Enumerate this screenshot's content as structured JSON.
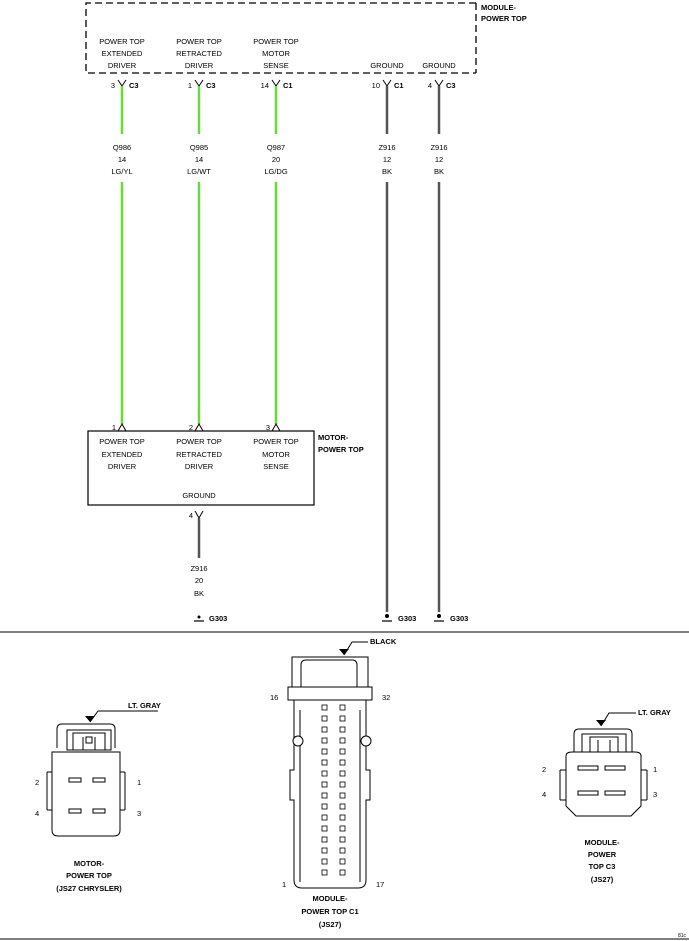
{
  "module": {
    "title_lines": [
      "MODULE-",
      "POWER TOP"
    ],
    "pins": [
      {
        "lines": [
          "POWER TOP",
          "EXTENDED",
          "DRIVER"
        ],
        "pin": "3",
        "connector": "C3"
      },
      {
        "lines": [
          "POWER TOP",
          "RETRACTED",
          "DRIVER"
        ],
        "pin": "1",
        "connector": "C3"
      },
      {
        "lines": [
          "POWER TOP",
          "MOTOR",
          "SENSE"
        ],
        "pin": "14",
        "connector": "C1"
      },
      {
        "lines": [
          "GROUND"
        ],
        "pin": "10",
        "connector": "C1"
      },
      {
        "lines": [
          "GROUND"
        ],
        "pin": "4",
        "connector": "C3"
      }
    ]
  },
  "wires": [
    {
      "circuit": "Q986",
      "gauge": "14",
      "color_code": "LG/YL",
      "color": "#66dd33"
    },
    {
      "circuit": "Q985",
      "gauge": "14",
      "color_code": "LG/WT",
      "color": "#66dd33"
    },
    {
      "circuit": "Q987",
      "gauge": "20",
      "color_code": "LG/DG",
      "color": "#66dd33"
    },
    {
      "circuit": "Z916",
      "gauge": "12",
      "color_code": "BK",
      "color": "#555555"
    },
    {
      "circuit": "Z916",
      "gauge": "12",
      "color_code": "BK",
      "color": "#555555"
    }
  ],
  "motor": {
    "title_lines": [
      "MOTOR-",
      "POWER TOP"
    ],
    "pins": [
      {
        "pin": "1",
        "lines": [
          "POWER TOP",
          "EXTENDED",
          "DRIVER"
        ]
      },
      {
        "pin": "2",
        "lines": [
          "POWER TOP",
          "RETRACTED",
          "DRIVER"
        ]
      },
      {
        "pin": "3",
        "lines": [
          "POWER TOP",
          "MOTOR",
          "SENSE"
        ]
      }
    ],
    "ground_label": "GROUND",
    "ground_pin": "4",
    "ground_wire": {
      "circuit": "Z916",
      "gauge": "20",
      "color_code": "BK"
    }
  },
  "grounds": [
    "G303",
    "G303",
    "G303"
  ],
  "connector_views": [
    {
      "color_label": "LT. GRAY",
      "pins": [
        "2",
        "1",
        "4",
        "3"
      ],
      "caption": [
        "MOTOR-",
        "POWER TOP",
        "(JS27 CHRYSLER)"
      ]
    },
    {
      "color_label": "BLACK",
      "pins": [
        "16",
        "32",
        "1",
        "17"
      ],
      "caption": [
        "MODULE-",
        "POWER TOP C1",
        "(JS27)"
      ]
    },
    {
      "color_label": "LT. GRAY",
      "pins": [
        "2",
        "1",
        "4",
        "3"
      ],
      "caption": [
        "MODULE-",
        "POWER",
        "TOP C3",
        "(JS27)"
      ]
    }
  ],
  "corner_code": "81c"
}
